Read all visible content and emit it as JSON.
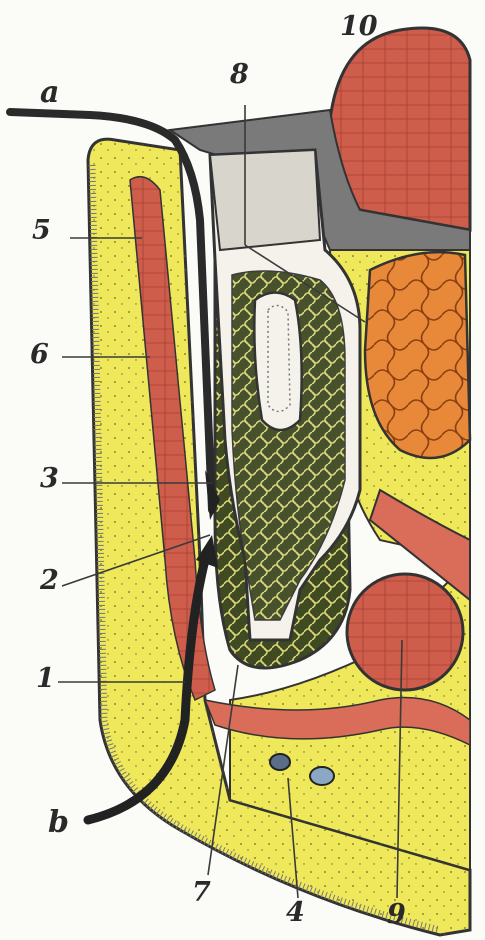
{
  "labels": {
    "a": "a",
    "b": "b",
    "n1": "1",
    "n2": "2",
    "n3": "3",
    "n4": "4",
    "n5": "5",
    "n6": "6",
    "n7": "7",
    "n8": "8",
    "n9": "9",
    "n10": "10"
  },
  "colors": {
    "background": "#fbfbf8",
    "yellow_tissue": "#eee85a",
    "red_tissue": "#d96d5a",
    "orange_gland": "#e8893a",
    "bone_green": "#4d5a2a",
    "tooth_white": "#f4f2ea",
    "outline": "#333333",
    "gray_cavity": "#7a7a7a"
  }
}
